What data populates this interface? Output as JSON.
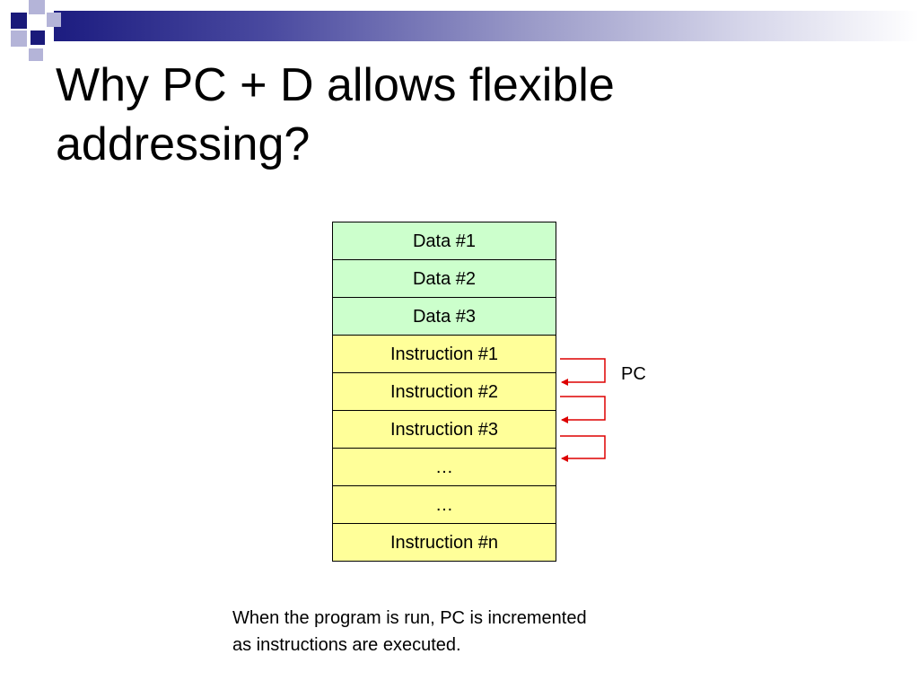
{
  "slide": {
    "title": "Why PC + D allows flexible addressing?",
    "memory_cells": [
      {
        "label": "Data #1",
        "kind": "data"
      },
      {
        "label": "Data #2",
        "kind": "data"
      },
      {
        "label": "Data #3",
        "kind": "data"
      },
      {
        "label": "Instruction #1",
        "kind": "instruction"
      },
      {
        "label": "Instruction #2",
        "kind": "instruction"
      },
      {
        "label": "Instruction #3",
        "kind": "instruction"
      },
      {
        "label": "…",
        "kind": "instruction"
      },
      {
        "label": "…",
        "kind": "instruction"
      },
      {
        "label": "Instruction #n",
        "kind": "instruction"
      }
    ],
    "pc_label": "PC",
    "caption_line1": "When the program is run, PC is incremented",
    "caption_line2": "as instructions are executed."
  },
  "colors": {
    "data_fill": "#ccffcc",
    "instruction_fill": "#ffff99",
    "arrow": "#dd0000",
    "accent_navy": "#1a1a7a"
  }
}
